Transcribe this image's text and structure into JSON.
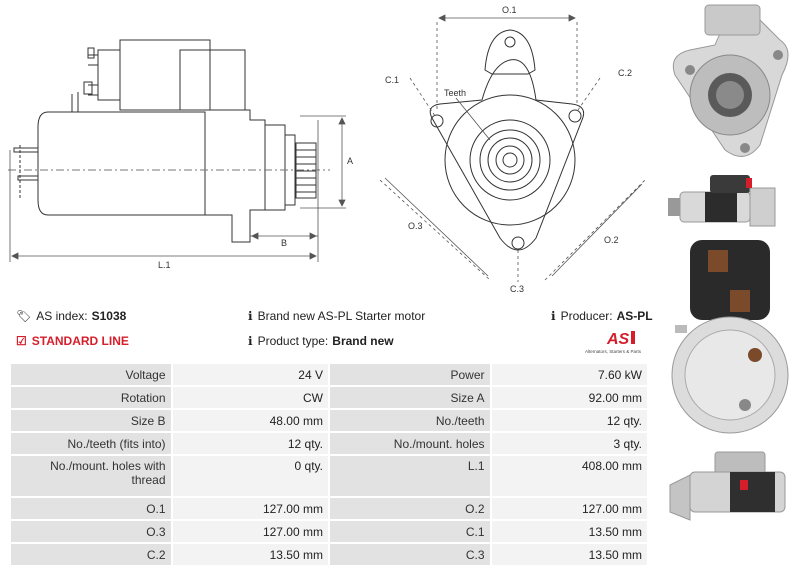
{
  "drawings": {
    "dim_L1": "L.1",
    "dim_A": "A",
    "dim_B": "B",
    "dim_O1": "O.1",
    "dim_O2": "O.2",
    "dim_O3": "O.3",
    "dim_C1": "C.1",
    "dim_C2": "C.2",
    "dim_C3": "C.3",
    "teeth_label": "Teeth"
  },
  "info": {
    "as_index_label": "AS index:",
    "as_index_value": "S1038",
    "standard_line": "STANDARD LINE",
    "brand_new_text": "Brand new AS-PL Starter motor",
    "product_type_label": "Product type:",
    "product_type_value": "Brand new",
    "producer_label": "Producer:",
    "producer_value": "AS-PL"
  },
  "logo": {
    "mark": "AS",
    "tagline": "Alternators, Starters & Parts",
    "accent": "#d61e2b"
  },
  "specs": [
    [
      "Voltage",
      "24 V",
      "Power",
      "7.60 kW"
    ],
    [
      "Rotation",
      "CW",
      "Size A",
      "92.00 mm"
    ],
    [
      "Size B",
      "48.00 mm",
      "No./teeth",
      "12 qty."
    ],
    [
      "No./teeth (fits into)",
      "12 qty.",
      "No./mount. holes",
      "3 qty."
    ],
    [
      "No./mount. holes with thread",
      "0 qty.",
      "L.1",
      "408.00 mm"
    ],
    [
      "O.1",
      "127.00 mm",
      "O.2",
      "127.00 mm"
    ],
    [
      "O.3",
      "127.00 mm",
      "C.1",
      "13.50 mm"
    ],
    [
      "C.2",
      "13.50 mm",
      "C.3",
      "13.50 mm"
    ]
  ]
}
